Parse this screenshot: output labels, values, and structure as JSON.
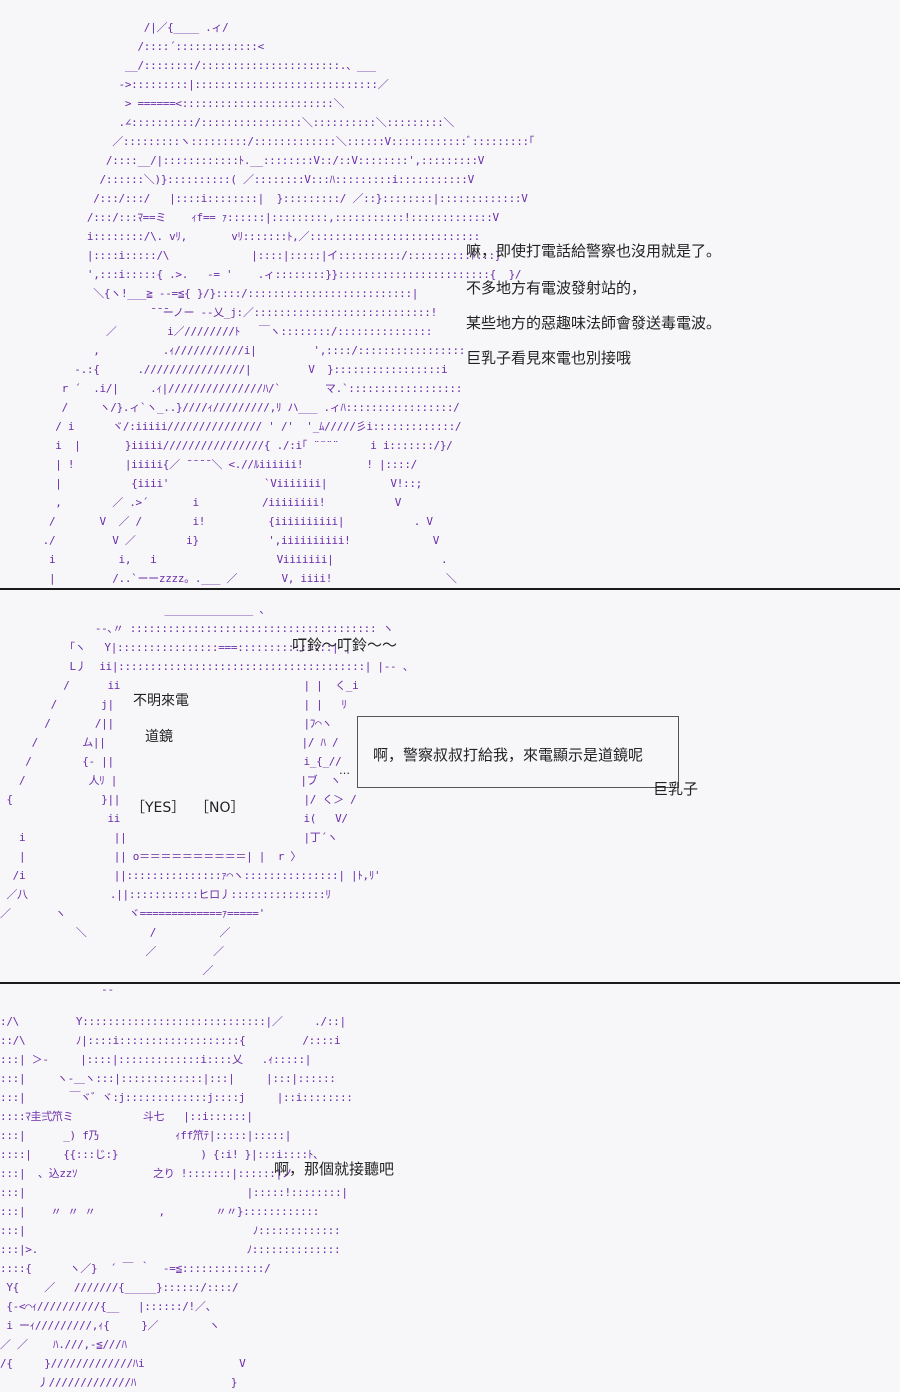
{
  "panel1": {
    "lines": [
      "嘛，即使打電話給警察也沒用就是了。",
      "不多地方有電波發射站的，",
      "某些地方的惡趣味法師會發送毒電波。",
      "巨乳子看見來電也別接哦"
    ]
  },
  "panel2": {
    "ringtone": "叮鈴～叮鈴～～",
    "phone": {
      "caption": "不明來電",
      "caller": "道鏡",
      "yes_label": "［YES］",
      "no_label": "［NO］"
    },
    "speech": "啊，警察叔叔打給我，來電顯示是道鏡呢",
    "speaker": "巨乳子"
  },
  "panel3": {
    "speech": "啊，那個就接聽吧"
  }
}
